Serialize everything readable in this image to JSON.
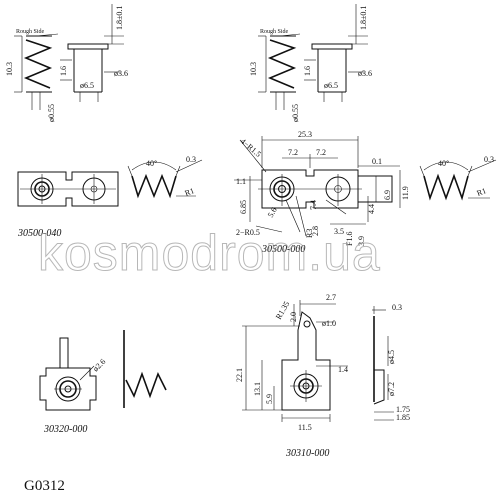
{
  "sheet_code": "G0312",
  "watermark": "kosmodrom.ua",
  "labels": {
    "rough_side": "Rough Side"
  },
  "captions": {
    "p30500_040": "30500-040",
    "p30500_000": "30500-000",
    "p30320_000": "30320-000",
    "p30310_000": "30310-000"
  },
  "dims": {
    "top_left": {
      "d1": "1.8±0.1",
      "d2": "10.3",
      "d3": "1.6",
      "d4": "ø3.6",
      "d5": "ø6.5",
      "d6": "ø0.55"
    },
    "top_right": {
      "d1": "1.8±0.1",
      "d2": "10.3",
      "d3": "1.6",
      "d4": "ø3.6",
      "d5": "ø6.5",
      "d6": "ø0.55"
    },
    "p30500_040": {
      "angle": "40°",
      "t": "0.3",
      "r": "R1"
    },
    "p30500_000": {
      "w": "25.3",
      "a": "7.2",
      "b": "7.2",
      "corner": "4−R1.5",
      "gap": "0.1",
      "h": "11.9",
      "h2": "6.9",
      "h3": "4.4",
      "e1": "1.1",
      "e2": "6.85",
      "e3": "5.6",
      "e4": "7.4",
      "e5": "3.5",
      "e6": "2−R0.5",
      "e7": "2.8",
      "e8": "R3",
      "e9": "F1.6",
      "e10": "3.9",
      "angle": "40°",
      "t": "0.3",
      "r": "R1"
    },
    "p30320_000": {
      "hole": "ø2.6"
    },
    "p30310_000": {
      "tab": "2.0",
      "tabw": "2.7",
      "r": "R1.35",
      "hole": "ø1.0",
      "h": "22.1",
      "h2": "13.1",
      "h3": "5.9",
      "e1": "1.4",
      "w": "11.5",
      "t": "0.3",
      "d1": "ø4.5",
      "d2": "ø7.2",
      "s1": "1.75",
      "s2": "1.85"
    }
  }
}
